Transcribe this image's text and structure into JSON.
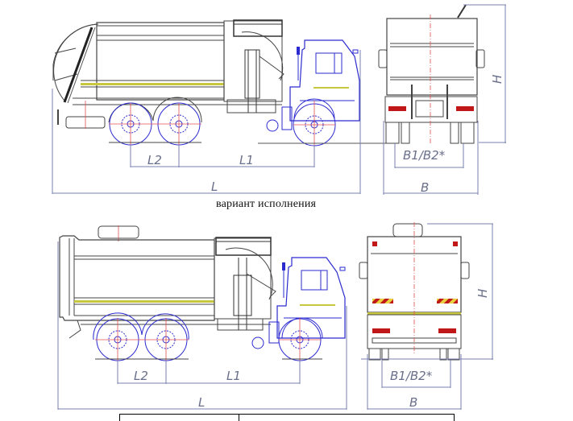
{
  "caption": "вариант исполнения",
  "top_view": {
    "side_dims": {
      "l2": "L2",
      "l1": "L1",
      "l": "L"
    },
    "rear_dims": {
      "b1b2": "B1/B2*",
      "b": "B",
      "h": "H"
    }
  },
  "bottom_view": {
    "side_dims": {
      "l2": "L2",
      "l1": "L1",
      "l": "L"
    },
    "rear_dims": {
      "b1b2": "B1/B2*",
      "b": "B",
      "h": "H"
    }
  },
  "colors": {
    "body_line": "#3a3a3a",
    "cab_blue": "#2b2bd0",
    "dim_line": "#7a7fb0",
    "center_red": "#e05050",
    "stripe_yellow": "#c8c840",
    "reflector_red": "#c01818"
  }
}
